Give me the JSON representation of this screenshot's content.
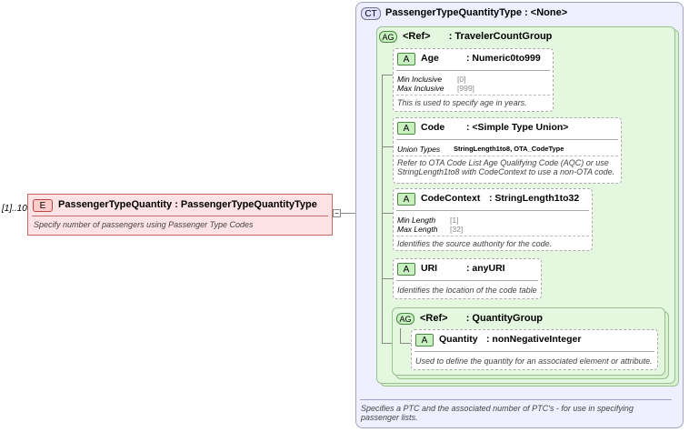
{
  "element": {
    "cardinality": "[1]..10",
    "badge": "E",
    "name": "PassengerTypeQuantity",
    "type": ": PassengerTypeQuantityType",
    "doc": "Specify number of passengers using Passenger Type Codes",
    "expander": "−"
  },
  "complex_type": {
    "badge": "CT",
    "name": "PassengerTypeQuantityType",
    "base": ": <None>",
    "doc": "Specifies a PTC and the associated number of PTC's - for use in specifying passenger lists."
  },
  "group1": {
    "badge": "AG",
    "ref": "<Ref>",
    "name": ": TravelerCountGroup"
  },
  "attr_age": {
    "badge": "A",
    "name": "Age",
    "type": ": Numeric0to999",
    "facet1_label": "Min Inclusive",
    "facet1_value": "[0]",
    "facet2_label": "Max Inclusive",
    "facet2_value": "[999]",
    "doc": "This is used to specify age in years."
  },
  "attr_code": {
    "badge": "A",
    "name": "Code",
    "type": ": <Simple Type Union>",
    "facet_label": "Union Types",
    "facet_value": "StringLength1to8, OTA_CodeType",
    "doc": "Refer to OTA Code List Age Qualifying Code (AQC) or use StringLength1to8 with CodeContext to use a non-OTA code."
  },
  "attr_codecontext": {
    "badge": "A",
    "name": "CodeContext",
    "type": ": StringLength1to32",
    "facet1_label": "Min Length",
    "facet1_value": "[1]",
    "facet2_label": "Max Length",
    "facet2_value": "[32]",
    "doc": "Identifies the source authority for the code."
  },
  "attr_uri": {
    "badge": "A",
    "name": "URI",
    "type": ": anyURI",
    "doc": "Identifies the location of the code table"
  },
  "group2": {
    "badge": "AG",
    "ref": "<Ref>",
    "name": ": QuantityGroup"
  },
  "attr_quantity": {
    "badge": "A",
    "name": "Quantity",
    "type": ": nonNegativeInteger",
    "doc": "Used to define the quantity for an associated element or attribute."
  },
  "colors": {
    "element_fill": "#fde3e3",
    "element_border": "#c86a6a",
    "ct_fill": "#eef0ff",
    "group_fill": "#e4f8e0",
    "attr_badge": "#c8f0c0"
  }
}
